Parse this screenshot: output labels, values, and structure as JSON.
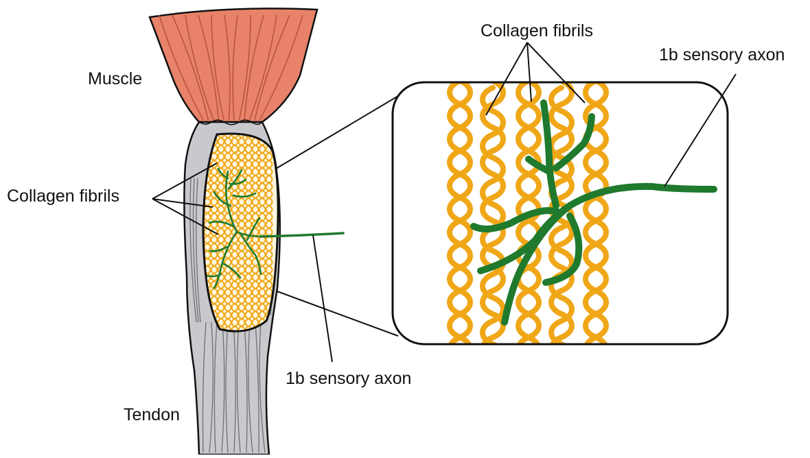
{
  "labels": {
    "muscle": "Muscle",
    "collagen_fibrils_left": "Collagen fibrils",
    "collagen_fibrils_top": "Collagen fibrils",
    "sensory_axon_right": "1b sensory axon",
    "sensory_axon_bottom": "1b sensory axon",
    "tendon": "Tendon"
  },
  "colors": {
    "muscle_fill": "#e8836a",
    "muscle_stripe": "#b8533d",
    "tendon_fill": "#c9c8cd",
    "tendon_stripe": "#6f6e74",
    "collagen": "#f0a717",
    "axon": "#1f7a2e",
    "outline": "#111111",
    "capsule_bg": "#fff6df"
  }
}
